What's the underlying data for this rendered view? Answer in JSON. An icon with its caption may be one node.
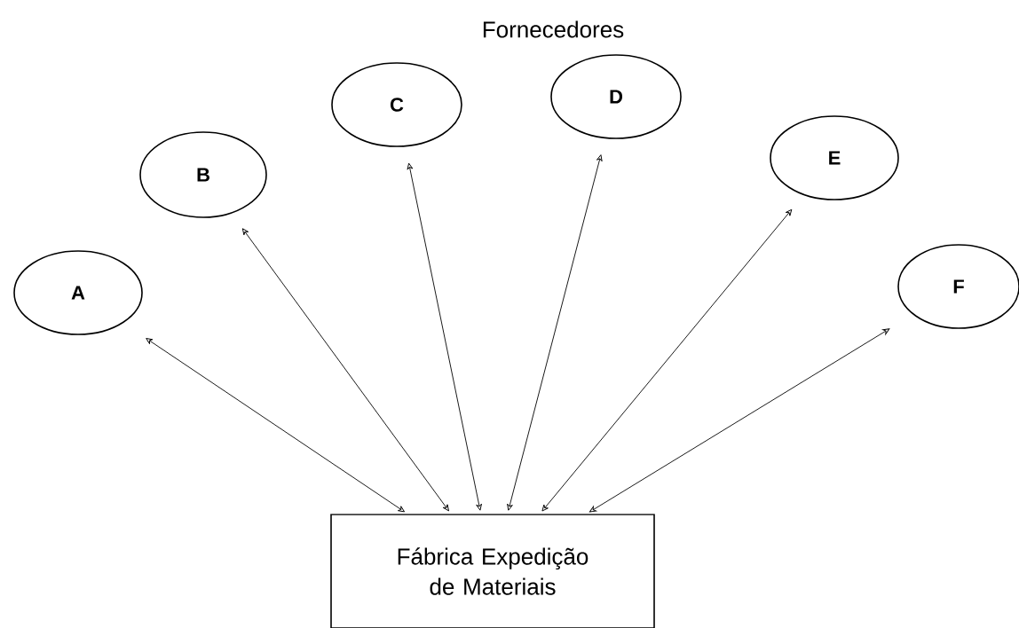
{
  "diagram": {
    "title": "Fornecedores",
    "nodes": [
      {
        "text": [
          "A"
        ]
      },
      {
        "text": [
          "B"
        ]
      },
      {
        "text": [
          "C"
        ]
      },
      {
        "text": [
          "D"
        ]
      },
      {
        "text": [
          "E"
        ]
      },
      {
        "text": [
          "F"
        ]
      },
      {
        "text": [
          "Fábrica Expedição de Materiais"
        ]
      }
    ],
    "edges": [
      {
        "from": 0,
        "to": 6,
        "arrow": "both"
      },
      {
        "from": 1,
        "to": 6,
        "arrow": "both"
      },
      {
        "from": 2,
        "to": 6,
        "arrow": "both"
      },
      {
        "from": 3,
        "to": 6,
        "arrow": "both"
      },
      {
        "from": 4,
        "to": 6,
        "arrow": "both"
      },
      {
        "from": 5,
        "to": 6,
        "arrow": "both"
      }
    ]
  }
}
